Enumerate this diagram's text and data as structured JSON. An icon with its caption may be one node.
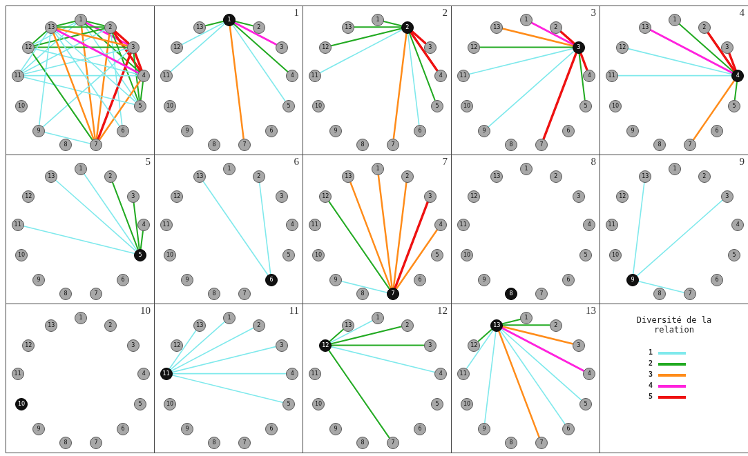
{
  "diagram": {
    "nodes": [
      {
        "text": [],
        "shape": "box"
      },
      {
        "text": [
          "1"
        ],
        "in": 0
      },
      {
        "text": [
          "2"
        ],
        "in": 0
      },
      {
        "text": [
          "3"
        ],
        "in": 0
      },
      {
        "text": [
          "4"
        ],
        "in": 0
      },
      {
        "text": [
          "5"
        ],
        "in": 0
      },
      {
        "text": [
          "6"
        ],
        "in": 0
      },
      {
        "text": [
          "7"
        ],
        "in": 0
      },
      {
        "text": [
          "8"
        ],
        "in": 0
      },
      {
        "text": [
          "9"
        ],
        "in": 0
      },
      {
        "text": [
          "10"
        ],
        "in": 0
      },
      {
        "text": [
          "11"
        ],
        "in": 0
      },
      {
        "text": [
          "12"
        ],
        "in": 0
      },
      {
        "text": [
          "13"
        ],
        "in": 0
      },
      {
        "text": [
          "1"
        ]
      },
      {
        "text": [
          "1"
        ],
        "in": 14
      },
      {
        "text": [
          "2"
        ],
        "in": 14
      },
      {
        "text": [
          "3"
        ],
        "in": 14
      },
      {
        "text": [
          "4"
        ],
        "in": 14
      },
      {
        "text": [
          "5"
        ],
        "in": 14
      },
      {
        "text": [
          "6"
        ],
        "in": 14
      },
      {
        "text": [
          "7"
        ],
        "in": 14
      },
      {
        "text": [
          "8"
        ],
        "in": 14
      },
      {
        "text": [
          "9"
        ],
        "in": 14
      },
      {
        "text": [
          "10"
        ],
        "in": 14
      },
      {
        "text": [
          "11"
        ],
        "in": 14
      },
      {
        "text": [
          "12"
        ],
        "in": 14
      },
      {
        "text": [
          "13"
        ],
        "in": 14
      },
      {
        "text": [
          "2"
        ]
      },
      {
        "text": [
          "1"
        ],
        "in": 28
      },
      {
        "text": [
          "2"
        ],
        "in": 28
      },
      {
        "text": [
          "3"
        ],
        "in": 28
      },
      {
        "text": [
          "4"
        ],
        "in": 28
      },
      {
        "text": [
          "5"
        ],
        "in": 28
      },
      {
        "text": [
          "6"
        ],
        "in": 28
      },
      {
        "text": [
          "7"
        ],
        "in": 28
      },
      {
        "text": [
          "8"
        ],
        "in": 28
      },
      {
        "text": [
          "9"
        ],
        "in": 28
      },
      {
        "text": [
          "10"
        ],
        "in": 28
      },
      {
        "text": [
          "11"
        ],
        "in": 28
      },
      {
        "text": [
          "12"
        ],
        "in": 28
      },
      {
        "text": [
          "13"
        ],
        "in": 28
      },
      {
        "text": [
          "3"
        ]
      },
      {
        "text": [
          "1"
        ],
        "in": 42
      },
      {
        "text": [
          "2"
        ],
        "in": 42
      },
      {
        "text": [
          "3"
        ],
        "in": 42
      },
      {
        "text": [
          "4"
        ],
        "in": 42
      },
      {
        "text": [
          "5"
        ],
        "in": 42
      },
      {
        "text": [
          "6"
        ],
        "in": 42
      },
      {
        "text": [
          "7"
        ],
        "in": 42
      },
      {
        "text": [
          "8"
        ],
        "in": 42
      },
      {
        "text": [
          "9"
        ],
        "in": 42
      },
      {
        "text": [
          "10"
        ],
        "in": 42
      },
      {
        "text": [
          "11"
        ],
        "in": 42
      },
      {
        "text": [
          "12"
        ],
        "in": 42
      },
      {
        "text": [
          "13"
        ],
        "in": 42
      },
      {
        "text": [
          "4"
        ]
      },
      {
        "text": [
          "1"
        ],
        "in": 56
      },
      {
        "text": [
          "2"
        ],
        "in": 56
      },
      {
        "text": [
          "3"
        ],
        "in": 56
      },
      {
        "text": [
          "4"
        ],
        "in": 56
      },
      {
        "text": [
          "5"
        ],
        "in": 56
      },
      {
        "text": [
          "6"
        ],
        "in": 56
      },
      {
        "text": [
          "7"
        ],
        "in": 56
      },
      {
        "text": [
          "8"
        ],
        "in": 56
      },
      {
        "text": [
          "9"
        ],
        "in": 56
      },
      {
        "text": [
          "10"
        ],
        "in": 56
      },
      {
        "text": [
          "11"
        ],
        "in": 56
      },
      {
        "text": [
          "12"
        ],
        "in": 56
      },
      {
        "text": [
          "13"
        ],
        "in": 56
      },
      {
        "text": [
          "5"
        ]
      },
      {
        "text": [
          "1"
        ],
        "in": 70
      },
      {
        "text": [
          "2"
        ],
        "in": 70
      },
      {
        "text": [
          "3"
        ],
        "in": 70
      },
      {
        "text": [
          "4"
        ],
        "in": 70
      },
      {
        "text": [
          "5"
        ],
        "in": 70
      },
      {
        "text": [
          "6"
        ],
        "in": 70
      },
      {
        "text": [
          "7"
        ],
        "in": 70
      },
      {
        "text": [
          "8"
        ],
        "in": 70
      },
      {
        "text": [
          "9"
        ],
        "in": 70
      },
      {
        "text": [
          "10"
        ],
        "in": 70
      },
      {
        "text": [
          "11"
        ],
        "in": 70
      },
      {
        "text": [
          "12"
        ],
        "in": 70
      },
      {
        "text": [
          "13"
        ],
        "in": 70
      },
      {
        "text": [
          "6"
        ]
      },
      {
        "text": [
          "1"
        ],
        "in": 84
      },
      {
        "text": [
          "2"
        ],
        "in": 84
      },
      {
        "text": [
          "3"
        ],
        "in": 84
      },
      {
        "text": [
          "4"
        ],
        "in": 84
      },
      {
        "text": [
          "5"
        ],
        "in": 84
      },
      {
        "text": [
          "6"
        ],
        "in": 84
      },
      {
        "text": [
          "7"
        ],
        "in": 84
      },
      {
        "text": [
          "8"
        ],
        "in": 84
      },
      {
        "text": [
          "9"
        ],
        "in": 84
      },
      {
        "text": [
          "10"
        ],
        "in": 84
      },
      {
        "text": [
          "11"
        ],
        "in": 84
      },
      {
        "text": [
          "12"
        ],
        "in": 84
      },
      {
        "text": [
          "13"
        ],
        "in": 84
      },
      {
        "text": [
          "7"
        ]
      },
      {
        "text": [
          "1"
        ],
        "in": 98
      },
      {
        "text": [
          "2"
        ],
        "in": 98
      },
      {
        "text": [
          "3"
        ],
        "in": 98
      },
      {
        "text": [
          "4"
        ],
        "in": 98
      },
      {
        "text": [
          "5"
        ],
        "in": 98
      },
      {
        "text": [
          "6"
        ],
        "in": 98
      },
      {
        "text": [
          "7"
        ],
        "in": 98
      },
      {
        "text": [
          "8"
        ],
        "in": 98
      },
      {
        "text": [
          "9"
        ],
        "in": 98
      },
      {
        "text": [
          "10"
        ],
        "in": 98
      },
      {
        "text": [
          "11"
        ],
        "in": 98
      },
      {
        "text": [
          "12"
        ],
        "in": 98
      },
      {
        "text": [
          "13"
        ],
        "in": 98
      },
      {
        "text": [
          "8"
        ]
      },
      {
        "text": [
          "1"
        ],
        "in": 112
      },
      {
        "text": [
          "2"
        ],
        "in": 112
      },
      {
        "text": [
          "3"
        ],
        "in": 112
      },
      {
        "text": [
          "4"
        ],
        "in": 112
      },
      {
        "text": [
          "5"
        ],
        "in": 112
      },
      {
        "text": [
          "6"
        ],
        "in": 112
      },
      {
        "text": [
          "7"
        ],
        "in": 112
      },
      {
        "text": [
          "8"
        ],
        "in": 112
      },
      {
        "text": [
          "9"
        ],
        "in": 112
      },
      {
        "text": [
          "10"
        ],
        "in": 112
      },
      {
        "text": [
          "11"
        ],
        "in": 112
      },
      {
        "text": [
          "12"
        ],
        "in": 112
      },
      {
        "text": [
          "13"
        ],
        "in": 112
      },
      {
        "text": [
          "9"
        ]
      },
      {
        "text": [
          "1"
        ],
        "in": 126
      },
      {
        "text": [
          "2"
        ],
        "in": 126
      },
      {
        "text": [
          "3"
        ],
        "in": 126
      },
      {
        "text": [
          "4"
        ],
        "in": 126
      },
      {
        "text": [
          "5"
        ],
        "in": 126
      },
      {
        "text": [
          "6"
        ],
        "in": 126
      },
      {
        "text": [
          "7"
        ],
        "in": 126
      },
      {
        "text": [
          "8"
        ],
        "in": 126
      },
      {
        "text": [
          "9"
        ],
        "in": 126
      },
      {
        "text": [
          "10"
        ],
        "in": 126
      },
      {
        "text": [
          "11"
        ],
        "in": 126
      },
      {
        "text": [
          "12"
        ],
        "in": 126
      },
      {
        "text": [
          "13"
        ],
        "in": 126
      },
      {
        "text": [
          "10"
        ]
      },
      {
        "text": [
          "1"
        ],
        "in": 140
      },
      {
        "text": [
          "2"
        ],
        "in": 140
      },
      {
        "text": [
          "3"
        ],
        "in": 140
      },
      {
        "text": [
          "4"
        ],
        "in": 140
      },
      {
        "text": [
          "5"
        ],
        "in": 140
      },
      {
        "text": [
          "6"
        ],
        "in": 140
      },
      {
        "text": [
          "7"
        ],
        "in": 140
      },
      {
        "text": [
          "8"
        ],
        "in": 140
      },
      {
        "text": [
          "9"
        ],
        "in": 140
      },
      {
        "text": [
          "10"
        ],
        "in": 140
      },
      {
        "text": [
          "11"
        ],
        "in": 140
      },
      {
        "text": [
          "12"
        ],
        "in": 140
      },
      {
        "text": [
          "13"
        ],
        "in": 140
      },
      {
        "text": [
          "11"
        ]
      },
      {
        "text": [
          "1"
        ],
        "in": 154
      },
      {
        "text": [
          "2"
        ],
        "in": 154
      },
      {
        "text": [
          "3"
        ],
        "in": 154
      },
      {
        "text": [
          "4"
        ],
        "in": 154
      },
      {
        "text": [
          "5"
        ],
        "in": 154
      },
      {
        "text": [
          "6"
        ],
        "in": 154
      },
      {
        "text": [
          "7"
        ],
        "in": 154
      },
      {
        "text": [
          "8"
        ],
        "in": 154
      },
      {
        "text": [
          "9"
        ],
        "in": 154
      },
      {
        "text": [
          "10"
        ],
        "in": 154
      },
      {
        "text": [
          "11"
        ],
        "in": 154
      },
      {
        "text": [
          "12"
        ],
        "in": 154
      },
      {
        "text": [
          "13"
        ],
        "in": 154
      },
      {
        "text": [
          "12"
        ]
      },
      {
        "text": [
          "1"
        ],
        "in": 168
      },
      {
        "text": [
          "2"
        ],
        "in": 168
      },
      {
        "text": [
          "3"
        ],
        "in": 168
      },
      {
        "text": [
          "4"
        ],
        "in": 168
      },
      {
        "text": [
          "5"
        ],
        "in": 168
      },
      {
        "text": [
          "6"
        ],
        "in": 168
      },
      {
        "text": [
          "7"
        ],
        "in": 168
      },
      {
        "text": [
          "8"
        ],
        "in": 168
      },
      {
        "text": [
          "9"
        ],
        "in": 168
      },
      {
        "text": [
          "10"
        ],
        "in": 168
      },
      {
        "text": [
          "11"
        ],
        "in": 168
      },
      {
        "text": [
          "12"
        ],
        "in": 168
      },
      {
        "text": [
          "13"
        ],
        "in": 168
      },
      {
        "text": [
          "13"
        ]
      },
      {
        "text": [
          "1"
        ],
        "in": 182
      },
      {
        "text": [
          "2"
        ],
        "in": 182
      },
      {
        "text": [
          "3"
        ],
        "in": 182
      },
      {
        "text": [
          "4"
        ],
        "in": 182
      },
      {
        "text": [
          "5"
        ],
        "in": 182
      },
      {
        "text": [
          "6"
        ],
        "in": 182
      },
      {
        "text": [
          "7"
        ],
        "in": 182
      },
      {
        "text": [
          "8"
        ],
        "in": 182
      },
      {
        "text": [
          "9"
        ],
        "in": 182
      },
      {
        "text": [
          "10"
        ],
        "in": 182
      },
      {
        "text": [
          "11"
        ],
        "in": 182
      },
      {
        "text": [
          "12"
        ],
        "in": 182
      },
      {
        "text": [
          "13"
        ],
        "in": 182
      },
      {
        "text": [
          "Diversité de la relation"
        ]
      }
    ],
    "edges": [
      {
        "from": 1,
        "to": 13,
        "arrow": "none",
        "color": "#22aa22"
      },
      {
        "from": 1,
        "to": 2,
        "arrow": "none",
        "color": "#22aa22"
      },
      {
        "from": 1,
        "to": 3,
        "arrow": "none",
        "color": "#ff22dd"
      },
      {
        "from": 1,
        "to": 4,
        "arrow": "none",
        "color": "#22aa22"
      },
      {
        "from": 1,
        "to": 5,
        "arrow": "none",
        "color": "#7fe9ec"
      },
      {
        "from": 1,
        "to": 7,
        "arrow": "none",
        "color": "#ff8c1a"
      },
      {
        "from": 1,
        "to": 11,
        "arrow": "none",
        "color": "#7fe9ec"
      },
      {
        "from": 1,
        "to": 12,
        "arrow": "none",
        "color": "#7fe9ec"
      },
      {
        "from": 2,
        "to": 3,
        "arrow": "none",
        "color": "#ee1111"
      },
      {
        "from": 2,
        "to": 4,
        "arrow": "none",
        "color": "#ee1111"
      },
      {
        "from": 2,
        "to": 5,
        "arrow": "none",
        "color": "#22aa22"
      },
      {
        "from": 2,
        "to": 6,
        "arrow": "none",
        "color": "#7fe9ec"
      },
      {
        "from": 2,
        "to": 7,
        "arrow": "none",
        "color": "#ff8c1a"
      },
      {
        "from": 2,
        "to": 11,
        "arrow": "none",
        "color": "#7fe9ec"
      },
      {
        "from": 2,
        "to": 12,
        "arrow": "none",
        "color": "#22aa22"
      },
      {
        "from": 2,
        "to": 13,
        "arrow": "none",
        "color": "#22aa22"
      },
      {
        "from": 3,
        "to": 4,
        "arrow": "none",
        "color": "#ee1111"
      },
      {
        "from": 3,
        "to": 5,
        "arrow": "none",
        "color": "#22aa22"
      },
      {
        "from": 3,
        "to": 7,
        "arrow": "none",
        "color": "#ee1111"
      },
      {
        "from": 3,
        "to": 9,
        "arrow": "none",
        "color": "#7fe9ec"
      },
      {
        "from": 3,
        "to": 11,
        "arrow": "none",
        "color": "#7fe9ec"
      },
      {
        "from": 3,
        "to": 12,
        "arrow": "none",
        "color": "#22aa22"
      },
      {
        "from": 3,
        "to": 13,
        "arrow": "none",
        "color": "#ff8c1a"
      },
      {
        "from": 4,
        "to": 5,
        "arrow": "none",
        "color": "#22aa22"
      },
      {
        "from": 4,
        "to": 7,
        "arrow": "none",
        "color": "#ff8c1a"
      },
      {
        "from": 4,
        "to": 11,
        "arrow": "none",
        "color": "#7fe9ec"
      },
      {
        "from": 4,
        "to": 12,
        "arrow": "none",
        "color": "#7fe9ec"
      },
      {
        "from": 4,
        "to": 13,
        "arrow": "none",
        "color": "#ff22dd"
      },
      {
        "from": 5,
        "to": 11,
        "arrow": "none",
        "color": "#7fe9ec"
      },
      {
        "from": 5,
        "to": 13,
        "arrow": "none",
        "color": "#7fe9ec"
      },
      {
        "from": 6,
        "to": 13,
        "arrow": "none",
        "color": "#7fe9ec"
      },
      {
        "from": 7,
        "to": 9,
        "arrow": "none",
        "color": "#7fe9ec"
      },
      {
        "from": 7,
        "to": 12,
        "arrow": "none",
        "color": "#22aa22"
      },
      {
        "from": 7,
        "to": 13,
        "arrow": "none",
        "color": "#ff8c1a"
      },
      {
        "from": 9,
        "to": 13,
        "arrow": "none",
        "color": "#7fe9ec"
      },
      {
        "from": 11,
        "to": 13,
        "arrow": "none",
        "color": "#7fe9ec"
      },
      {
        "from": 12,
        "to": 13,
        "arrow": "none",
        "color": "#22aa22"
      },
      {
        "from": 15,
        "to": 16,
        "arrow": "none",
        "color": "#22aa22"
      },
      {
        "from": 15,
        "to": 17,
        "arrow": "none",
        "color": "#ff22dd"
      },
      {
        "from": 15,
        "to": 18,
        "arrow": "none",
        "color": "#22aa22"
      },
      {
        "from": 15,
        "to": 19,
        "arrow": "none",
        "color": "#7fe9ec"
      },
      {
        "from": 15,
        "to": 21,
        "arrow": "none",
        "color": "#ff8c1a"
      },
      {
        "from": 15,
        "to": 25,
        "arrow": "none",
        "color": "#7fe9ec"
      },
      {
        "from": 15,
        "to": 26,
        "arrow": "none",
        "color": "#7fe9ec"
      },
      {
        "from": 15,
        "to": 27,
        "arrow": "none",
        "color": "#22aa22"
      },
      {
        "from": 30,
        "to": 29,
        "arrow": "none",
        "color": "#22aa22"
      },
      {
        "from": 30,
        "to": 31,
        "arrow": "none",
        "color": "#ee1111"
      },
      {
        "from": 30,
        "to": 32,
        "arrow": "none",
        "color": "#ee1111"
      },
      {
        "from": 30,
        "to": 33,
        "arrow": "none",
        "color": "#22aa22"
      },
      {
        "from": 30,
        "to": 34,
        "arrow": "none",
        "color": "#7fe9ec"
      },
      {
        "from": 30,
        "to": 35,
        "arrow": "none",
        "color": "#ff8c1a"
      },
      {
        "from": 30,
        "to": 39,
        "arrow": "none",
        "color": "#7fe9ec"
      },
      {
        "from": 30,
        "to": 40,
        "arrow": "none",
        "color": "#22aa22"
      },
      {
        "from": 30,
        "to": 41,
        "arrow": "none",
        "color": "#22aa22"
      },
      {
        "from": 45,
        "to": 43,
        "arrow": "none",
        "color": "#ff22dd"
      },
      {
        "from": 45,
        "to": 44,
        "arrow": "none",
        "color": "#ee1111"
      },
      {
        "from": 45,
        "to": 46,
        "arrow": "none",
        "color": "#ee1111"
      },
      {
        "from": 45,
        "to": 47,
        "arrow": "none",
        "color": "#22aa22"
      },
      {
        "from": 45,
        "to": 49,
        "arrow": "none",
        "color": "#ee1111"
      },
      {
        "from": 45,
        "to": 51,
        "arrow": "none",
        "color": "#7fe9ec"
      },
      {
        "from": 45,
        "to": 53,
        "arrow": "none",
        "color": "#7fe9ec"
      },
      {
        "from": 45,
        "to": 54,
        "arrow": "none",
        "color": "#22aa22"
      },
      {
        "from": 45,
        "to": 55,
        "arrow": "none",
        "color": "#ff8c1a"
      },
      {
        "from": 60,
        "to": 57,
        "arrow": "none",
        "color": "#22aa22"
      },
      {
        "from": 60,
        "to": 58,
        "arrow": "none",
        "color": "#ee1111"
      },
      {
        "from": 60,
        "to": 59,
        "arrow": "none",
        "color": "#ee1111"
      },
      {
        "from": 60,
        "to": 61,
        "arrow": "none",
        "color": "#22aa22"
      },
      {
        "from": 60,
        "to": 63,
        "arrow": "none",
        "color": "#ff8c1a"
      },
      {
        "from": 60,
        "to": 67,
        "arrow": "none",
        "color": "#7fe9ec"
      },
      {
        "from": 60,
        "to": 68,
        "arrow": "none",
        "color": "#7fe9ec"
      },
      {
        "from": 60,
        "to": 69,
        "arrow": "none",
        "color": "#ff22dd"
      },
      {
        "from": 75,
        "to": 71,
        "arrow": "none",
        "color": "#7fe9ec"
      },
      {
        "from": 75,
        "to": 72,
        "arrow": "none",
        "color": "#22aa22"
      },
      {
        "from": 75,
        "to": 73,
        "arrow": "none",
        "color": "#22aa22"
      },
      {
        "from": 75,
        "to": 74,
        "arrow": "none",
        "color": "#22aa22"
      },
      {
        "from": 75,
        "to": 81,
        "arrow": "none",
        "color": "#7fe9ec"
      },
      {
        "from": 75,
        "to": 83,
        "arrow": "none",
        "color": "#7fe9ec"
      },
      {
        "from": 90,
        "to": 86,
        "arrow": "none",
        "color": "#7fe9ec"
      },
      {
        "from": 90,
        "to": 97,
        "arrow": "none",
        "color": "#7fe9ec"
      },
      {
        "from": 105,
        "to": 99,
        "arrow": "none",
        "color": "#ff8c1a"
      },
      {
        "from": 105,
        "to": 100,
        "arrow": "none",
        "color": "#ff8c1a"
      },
      {
        "from": 105,
        "to": 101,
        "arrow": "none",
        "color": "#ee1111"
      },
      {
        "from": 105,
        "to": 102,
        "arrow": "none",
        "color": "#ff8c1a"
      },
      {
        "from": 105,
        "to": 107,
        "arrow": "none",
        "color": "#7fe9ec"
      },
      {
        "from": 105,
        "to": 110,
        "arrow": "none",
        "color": "#22aa22"
      },
      {
        "from": 105,
        "to": 111,
        "arrow": "none",
        "color": "#ff8c1a"
      },
      {
        "from": 135,
        "to": 129,
        "arrow": "none",
        "color": "#7fe9ec"
      },
      {
        "from": 135,
        "to": 133,
        "arrow": "none",
        "color": "#7fe9ec"
      },
      {
        "from": 135,
        "to": 139,
        "arrow": "none",
        "color": "#7fe9ec"
      },
      {
        "from": 165,
        "to": 155,
        "arrow": "none",
        "color": "#7fe9ec"
      },
      {
        "from": 165,
        "to": 156,
        "arrow": "none",
        "color": "#7fe9ec"
      },
      {
        "from": 165,
        "to": 157,
        "arrow": "none",
        "color": "#7fe9ec"
      },
      {
        "from": 165,
        "to": 158,
        "arrow": "none",
        "color": "#7fe9ec"
      },
      {
        "from": 165,
        "to": 159,
        "arrow": "none",
        "color": "#7fe9ec"
      },
      {
        "from": 165,
        "to": 167,
        "arrow": "none",
        "color": "#7fe9ec"
      },
      {
        "from": 180,
        "to": 169,
        "arrow": "none",
        "color": "#7fe9ec"
      },
      {
        "from": 180,
        "to": 170,
        "arrow": "none",
        "color": "#22aa22"
      },
      {
        "from": 180,
        "to": 171,
        "arrow": "none",
        "color": "#22aa22"
      },
      {
        "from": 180,
        "to": 172,
        "arrow": "none",
        "color": "#7fe9ec"
      },
      {
        "from": 180,
        "to": 175,
        "arrow": "none",
        "color": "#22aa22"
      },
      {
        "from": 180,
        "to": 181,
        "arrow": "none",
        "color": "#22aa22"
      },
      {
        "from": 195,
        "to": 183,
        "arrow": "none",
        "color": "#22aa22"
      },
      {
        "from": 195,
        "to": 184,
        "arrow": "none",
        "color": "#22aa22"
      },
      {
        "from": 195,
        "to": 185,
        "arrow": "none",
        "color": "#ff8c1a"
      },
      {
        "from": 195,
        "to": 186,
        "arrow": "none",
        "color": "#ff22dd"
      },
      {
        "from": 195,
        "to": 187,
        "arrow": "none",
        "color": "#7fe9ec"
      },
      {
        "from": 195,
        "to": 188,
        "arrow": "none",
        "color": "#7fe9ec"
      },
      {
        "from": 195,
        "to": 189,
        "arrow": "none",
        "color": "#ff8c1a"
      },
      {
        "from": 195,
        "to": 191,
        "arrow": "none",
        "color": "#7fe9ec"
      },
      {
        "from": 195,
        "to": 193,
        "arrow": "none",
        "color": "#7fe9ec"
      },
      {
        "from": 195,
        "to": 194,
        "arrow": "none",
        "color": "#22aa22"
      }
    ],
    "legend": [
      {
        "text": "1",
        "color": "#7fe9ec"
      },
      {
        "text": "2",
        "color": "#22aa22"
      },
      {
        "text": "3",
        "color": "#ff8c1a"
      },
      {
        "text": "4",
        "color": "#ff22dd"
      },
      {
        "text": "5",
        "color": "#ee1111"
      }
    ]
  }
}
